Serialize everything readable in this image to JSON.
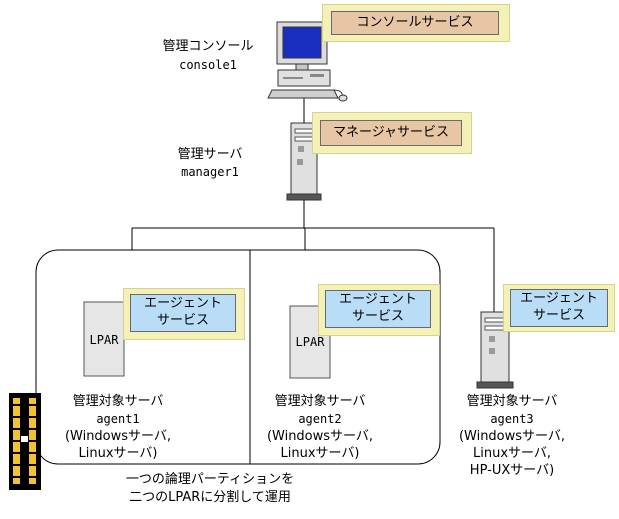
{
  "colors": {
    "callout_frame": "#f3f0b8",
    "console_service_fill": "#e7c6a5",
    "manager_service_fill": "#e7c6a5",
    "agent_service_fill": "#b9dcf7",
    "monitor_screen": "#1a2fbf"
  },
  "console": {
    "title": "管理コンソール",
    "host": "console1",
    "service": "コンソールサービス",
    "icon": "desktop-computer-icon"
  },
  "manager": {
    "title": "管理サーバ",
    "host": "manager1",
    "service": "マネージャサービス",
    "icon": "tower-server-icon"
  },
  "agents": [
    {
      "lpar_label": "LPAR",
      "service_line1": "エージェント",
      "service_line2": "サービス",
      "title": "管理対象サーバ",
      "host": "agent1",
      "os_line1": "(Windowsサーバ,",
      "os_line2": "Linuxサーバ)"
    },
    {
      "lpar_label": "LPAR",
      "service_line1": "エージェント",
      "service_line2": "サービス",
      "title": "管理対象サーバ",
      "host": "agent2",
      "os_line1": "(Windowsサーバ,",
      "os_line2": "Linuxサーバ)"
    },
    {
      "service_line1": "エージェント",
      "service_line2": "サービス",
      "title": "管理対象サーバ",
      "host": "agent3",
      "os_line1": "(Windowsサーバ,",
      "os_line2": "Linuxサーバ,",
      "os_line3": "HP-UXサーバ)"
    }
  ],
  "partition_note": {
    "line1": "一つの論理パーティションを",
    "line2": "二つのLPARに分割して運用"
  }
}
